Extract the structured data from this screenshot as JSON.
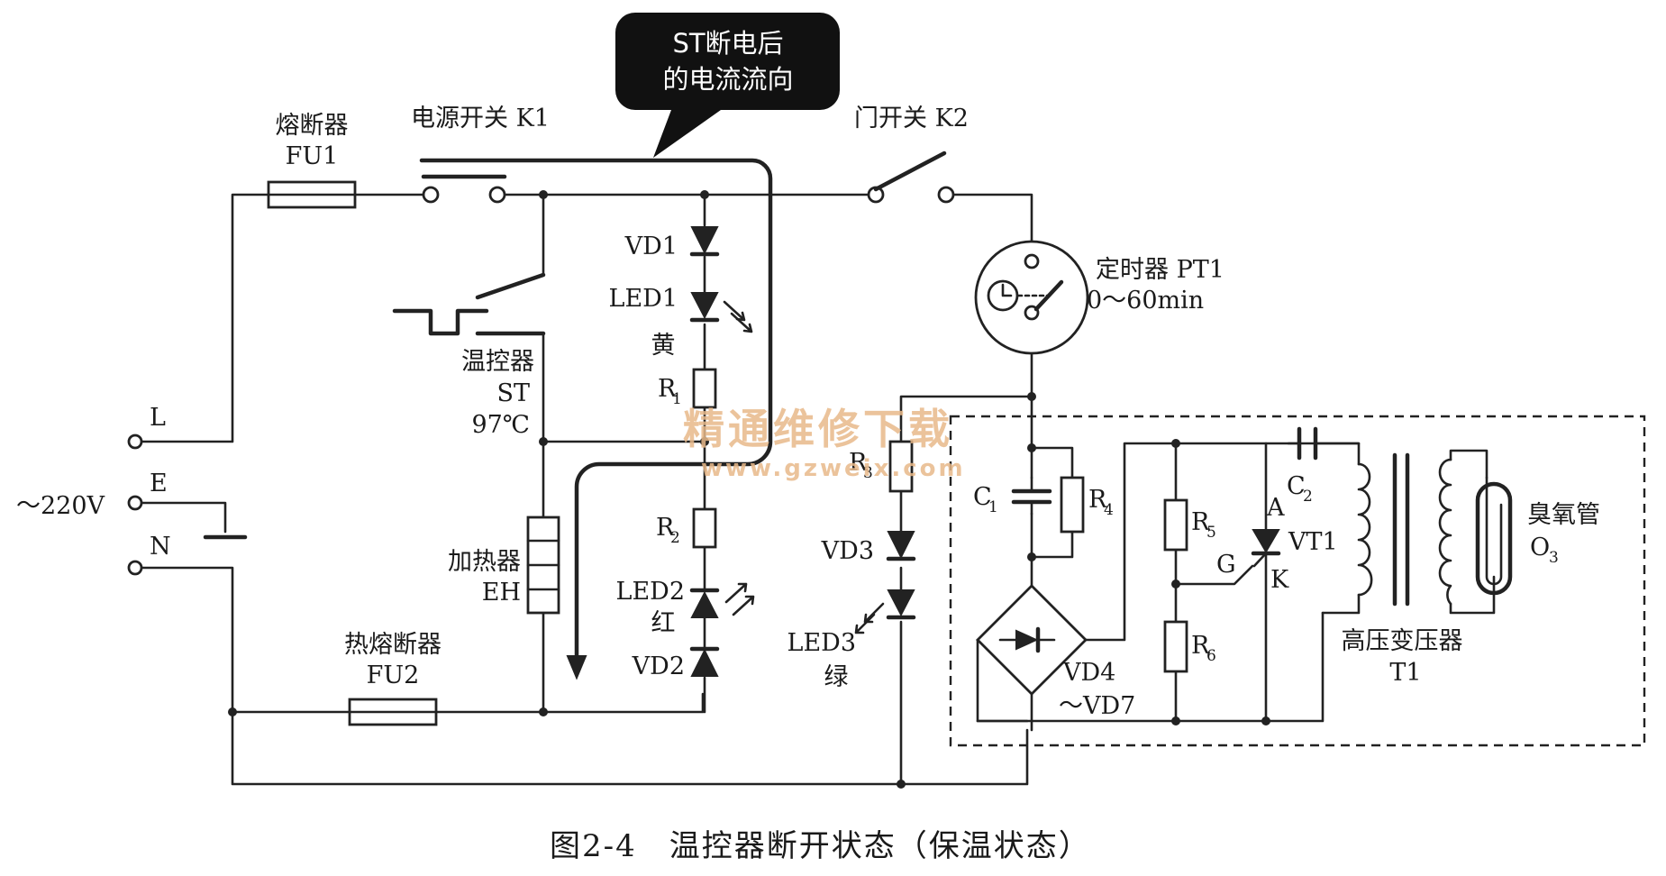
{
  "callout": {
    "line1": "ST断电后",
    "line2": "的电流流向"
  },
  "labels": {
    "fuse1_name": "熔断器",
    "fuse1_id": "FU1",
    "power_switch": "电源开关 K1",
    "door_switch": "门开关 K2",
    "timer_name": "定时器 PT1",
    "timer_range": "0～60min",
    "thermostat_name": "温控器",
    "thermostat_id": "ST",
    "thermostat_temp": "97℃",
    "terminal_l": "L",
    "terminal_e": "E",
    "terminal_n": "N",
    "mains_voltage": "～220V",
    "heater_name": "加热器",
    "heater_id": "EH",
    "fuse2_name": "热熔断器",
    "fuse2_id": "FU2",
    "vd1": "VD1",
    "led1": "LED1",
    "led1_color": "黄",
    "r1": "R",
    "r1_sub": "1",
    "r2": "R",
    "r2_sub": "2",
    "led2": "LED2",
    "led2_color": "红",
    "vd2": "VD2",
    "r3": "R",
    "r3_sub": "3",
    "vd3": "VD3",
    "led3": "LED3",
    "led3_color": "绿",
    "c1": "C",
    "c1_sub": "1",
    "r4": "R",
    "r4_sub": "4",
    "r5": "R",
    "r5_sub": "5",
    "r6": "R",
    "r6_sub": "6",
    "vd4": "VD4",
    "vd7": "～VD7",
    "c2": "C",
    "c2_sub": "2",
    "scr_a": "A",
    "scr_id": "VT1",
    "scr_g": "G",
    "scr_k": "K",
    "transformer_name": "高压变压器",
    "transformer_id": "T1",
    "ozone_name": "臭氧管",
    "ozone_id": "O",
    "ozone_sub": "3"
  },
  "watermark": {
    "brand": "精通维修下载",
    "url": "www.gzweix.com"
  },
  "caption": "图2-4　温控器断开状态（保温状态）"
}
